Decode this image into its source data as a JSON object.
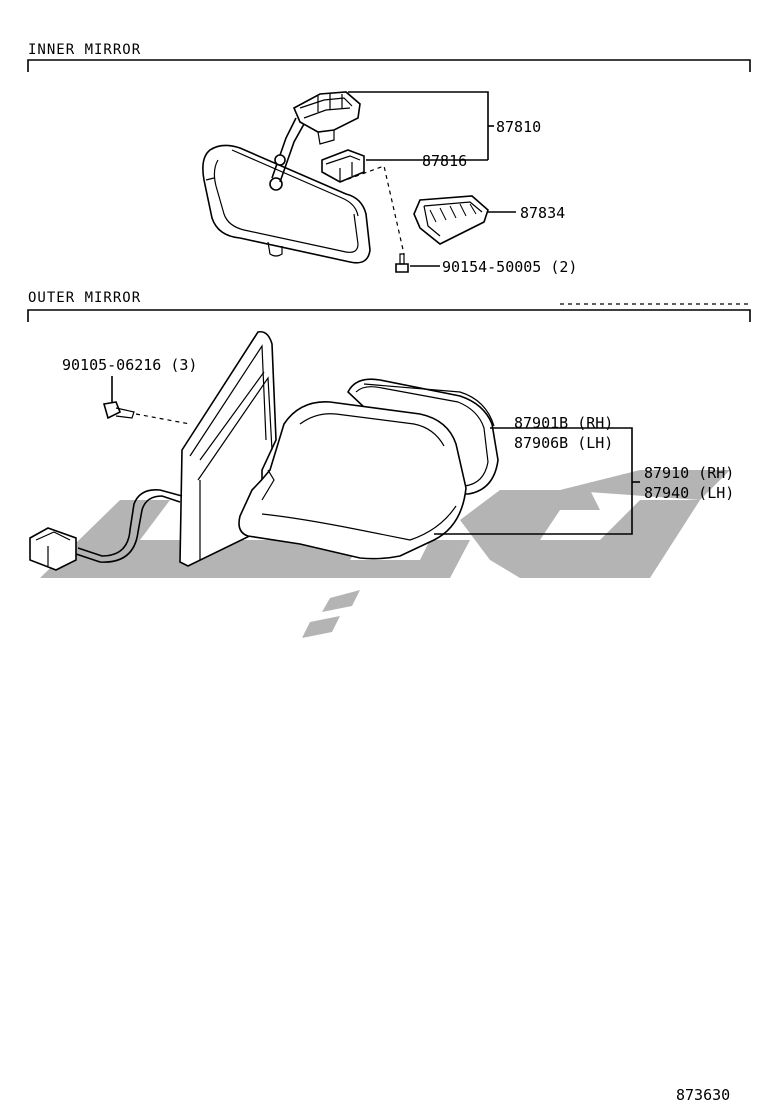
{
  "sections": {
    "inner": "INNER MIRROR",
    "outer": "OUTER MIRROR"
  },
  "parts": {
    "p87810": "87810",
    "p87816": "87816",
    "p87834": "87834",
    "p90154": "90154-50005 (2)",
    "p90105": "90105-06216 (3)",
    "p87901b": "87901B (RH)",
    "p87906b": "87906B (LH)",
    "p87910": "87910 (RH)",
    "p87940": "87940 (LH)"
  },
  "diagram_id": "873630",
  "colors": {
    "watermark": "#b4b4b4",
    "ink": "#000000"
  }
}
